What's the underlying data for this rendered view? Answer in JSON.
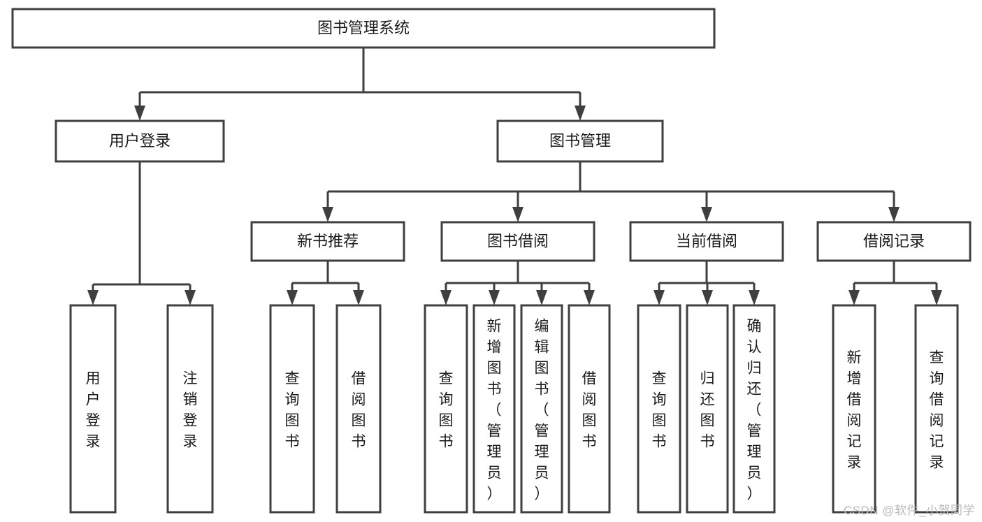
{
  "diagram": {
    "type": "tree",
    "title": "图书管理系统",
    "watermark": "CSDN @软件_小贺同学",
    "orientation": "top-down",
    "levels": 4,
    "node_count": 20,
    "colors": {
      "background": "#ffffff",
      "box_fill": "#ffffff",
      "box_stroke": "#3f3f3f",
      "connector": "#3f3f3f",
      "text": "#1a1a1a",
      "watermark": "#b9b9b9"
    },
    "nodes": {
      "root": {
        "id": "root",
        "label": "图书管理系统",
        "level": 0,
        "orientation": "horizontal"
      },
      "user_login": {
        "id": "user_login",
        "label": "用户登录",
        "level": 1,
        "orientation": "horizontal"
      },
      "book_mgmt": {
        "id": "book_mgmt",
        "label": "图书管理",
        "level": 1,
        "orientation": "horizontal"
      },
      "new_book_rec": {
        "id": "new_book_rec",
        "label": "新书推荐",
        "level": 2,
        "orientation": "horizontal"
      },
      "book_borrow": {
        "id": "book_borrow",
        "label": "图书借阅",
        "level": 2,
        "orientation": "horizontal"
      },
      "current_borrow": {
        "id": "current_borrow",
        "label": "当前借阅",
        "level": 2,
        "orientation": "horizontal"
      },
      "borrow_record": {
        "id": "borrow_record",
        "label": "借阅记录",
        "level": 2,
        "orientation": "horizontal"
      },
      "leaf_1": {
        "id": "leaf_1",
        "label": "用户登录",
        "level": 2,
        "orientation": "vertical",
        "parent": "user_login"
      },
      "leaf_2": {
        "id": "leaf_2",
        "label": "注销登录",
        "level": 2,
        "orientation": "vertical",
        "parent": "user_login"
      },
      "leaf_3": {
        "id": "leaf_3",
        "label": "查询图书",
        "level": 3,
        "orientation": "vertical",
        "parent": "new_book_rec"
      },
      "leaf_4": {
        "id": "leaf_4",
        "label": "借阅图书",
        "level": 3,
        "orientation": "vertical",
        "parent": "new_book_rec"
      },
      "leaf_5": {
        "id": "leaf_5",
        "label": "查询图书",
        "level": 3,
        "orientation": "vertical",
        "parent": "book_borrow"
      },
      "leaf_6": {
        "id": "leaf_6",
        "label": "新增图书（管理员）",
        "level": 3,
        "orientation": "vertical",
        "parent": "book_borrow"
      },
      "leaf_7": {
        "id": "leaf_7",
        "label": "编辑图书（管理员）",
        "level": 3,
        "orientation": "vertical",
        "parent": "book_borrow"
      },
      "leaf_8": {
        "id": "leaf_8",
        "label": "借阅图书",
        "level": 3,
        "orientation": "vertical",
        "parent": "book_borrow"
      },
      "leaf_9": {
        "id": "leaf_9",
        "label": "查询图书",
        "level": 3,
        "orientation": "vertical",
        "parent": "current_borrow"
      },
      "leaf_10": {
        "id": "leaf_10",
        "label": "归还图书",
        "level": 3,
        "orientation": "vertical",
        "parent": "current_borrow"
      },
      "leaf_11": {
        "id": "leaf_11",
        "label": "确认归还（管理员）",
        "level": 3,
        "orientation": "vertical",
        "parent": "current_borrow"
      },
      "leaf_12": {
        "id": "leaf_12",
        "label": "新增借阅记录",
        "level": 3,
        "orientation": "vertical",
        "parent": "borrow_record"
      },
      "leaf_13": {
        "id": "leaf_13",
        "label": "查询借阅记录",
        "level": 3,
        "orientation": "vertical",
        "parent": "borrow_record"
      }
    },
    "edges": [
      {
        "from": "root",
        "to": "user_login"
      },
      {
        "from": "root",
        "to": "book_mgmt"
      },
      {
        "from": "user_login",
        "to": "leaf_1"
      },
      {
        "from": "user_login",
        "to": "leaf_2"
      },
      {
        "from": "book_mgmt",
        "to": "new_book_rec"
      },
      {
        "from": "book_mgmt",
        "to": "book_borrow"
      },
      {
        "from": "book_mgmt",
        "to": "current_borrow"
      },
      {
        "from": "book_mgmt",
        "to": "borrow_record"
      },
      {
        "from": "new_book_rec",
        "to": "leaf_3"
      },
      {
        "from": "new_book_rec",
        "to": "leaf_4"
      },
      {
        "from": "book_borrow",
        "to": "leaf_5"
      },
      {
        "from": "book_borrow",
        "to": "leaf_6"
      },
      {
        "from": "book_borrow",
        "to": "leaf_7"
      },
      {
        "from": "book_borrow",
        "to": "leaf_8"
      },
      {
        "from": "current_borrow",
        "to": "leaf_9"
      },
      {
        "from": "current_borrow",
        "to": "leaf_10"
      },
      {
        "from": "current_borrow",
        "to": "leaf_11"
      },
      {
        "from": "borrow_record",
        "to": "leaf_12"
      },
      {
        "from": "borrow_record",
        "to": "leaf_13"
      }
    ]
  }
}
